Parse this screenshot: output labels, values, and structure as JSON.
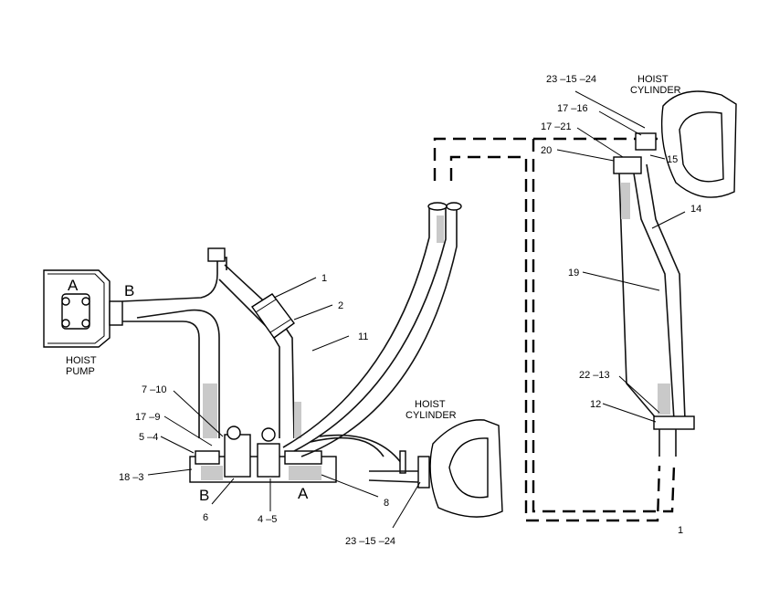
{
  "labels": {
    "hoist_pump": [
      "HOIST",
      "PUMP"
    ],
    "hoist_cylinder_right": [
      "HOIST",
      "CYLINDER"
    ],
    "hoist_cylinder_center": [
      "HOIST",
      "CYLINDER"
    ],
    "port_a_pump": "A",
    "port_b_pump": "B",
    "port_b_valve": "B",
    "port_a_valve": "A"
  },
  "callouts": {
    "c1_top": "1",
    "c2": "2",
    "c11": "11",
    "c7_10": "7 –10",
    "c17_9": "17 –9",
    "c5_4": "5 –4",
    "c18_3": "18 –3",
    "c6": "6",
    "c4_5": "4 –5",
    "c8": "8",
    "c23_15_24_bottom": "23 –15 –24",
    "c23_15_24_top": "23 –15 –24",
    "c17_16": "17 –16",
    "c17_21": "17 –21",
    "c20": "20",
    "c15": "15",
    "c14": "14",
    "c19": "19",
    "c22_13": "22 –13",
    "c12": "12",
    "c1_bottom": "1"
  }
}
